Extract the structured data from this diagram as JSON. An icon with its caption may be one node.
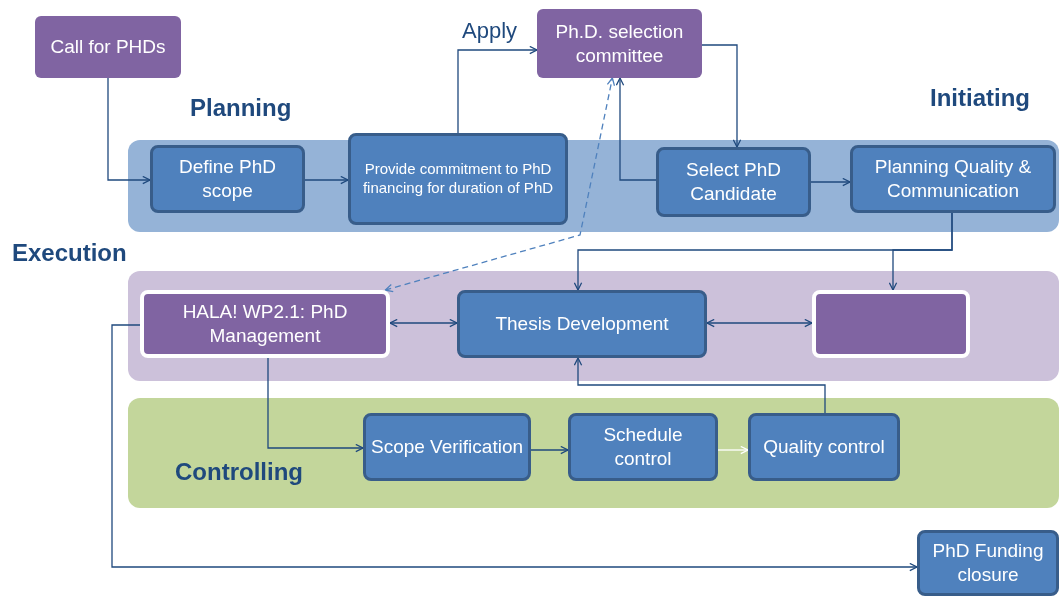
{
  "diagram": {
    "nodes": [
      {
        "text": [
          "Call for PHDs"
        ]
      },
      {
        "text": [
          "Ph.D. selection committee"
        ]
      },
      {
        "text": [
          "Planning",
          "Initiating"
        ]
      },
      {
        "text": [
          "Define PhD scope"
        ],
        "in": 2
      },
      {
        "text": [
          "Provide commitment to PhD financing for duration of PhD"
        ],
        "in": 2
      },
      {
        "text": [
          "Select PhD Candidate"
        ],
        "in": 2
      },
      {
        "text": [
          "Planning Quality & Communication"
        ],
        "in": 2
      },
      {
        "text": [
          "Execution"
        ]
      },
      {
        "text": [
          "HALA! WP2.1: PhD Management"
        ],
        "in": 7
      },
      {
        "text": [
          "Thesis Development"
        ],
        "in": 7
      },
      {
        "text": [],
        "shape": "box",
        "in": 7
      },
      {
        "text": [
          "Controlling"
        ]
      },
      {
        "text": [
          "Scope Verification"
        ],
        "in": 11
      },
      {
        "text": [
          "Schedule control"
        ],
        "in": 11
      },
      {
        "text": [
          "Quality control"
        ],
        "in": 11
      },
      {
        "text": [
          "PhD Funding closure"
        ]
      }
    ],
    "edges": [
      {
        "from": 0,
        "to": 3,
        "arrow": "to"
      },
      {
        "from": 3,
        "to": 4,
        "arrow": "to"
      },
      {
        "from": 4,
        "to": 1,
        "arrow": "to",
        "label": "Apply"
      },
      {
        "from": 8,
        "to": 1,
        "arrow": "both",
        "style": "dashed",
        "color": "#4f81bd"
      },
      {
        "from": 1,
        "to": 5,
        "arrow": "to"
      },
      {
        "from": 5,
        "to": 1,
        "arrow": "to"
      },
      {
        "from": 5,
        "to": 6,
        "arrow": "to"
      },
      {
        "from": 6,
        "to": 9,
        "arrow": "to"
      },
      {
        "from": 6,
        "to": 10,
        "arrow": "to"
      },
      {
        "from": 8,
        "to": 9,
        "arrow": "both"
      },
      {
        "from": 9,
        "to": 10,
        "arrow": "both"
      },
      {
        "from": 8,
        "to": 12,
        "arrow": "to"
      },
      {
        "from": 12,
        "to": 13,
        "arrow": "to"
      },
      {
        "from": 13,
        "to": 14,
        "arrow": "to",
        "color": "#ffffff"
      },
      {
        "from": 14,
        "to": 9,
        "arrow": "to"
      },
      {
        "from": 8,
        "to": 15,
        "arrow": "to"
      }
    ]
  }
}
